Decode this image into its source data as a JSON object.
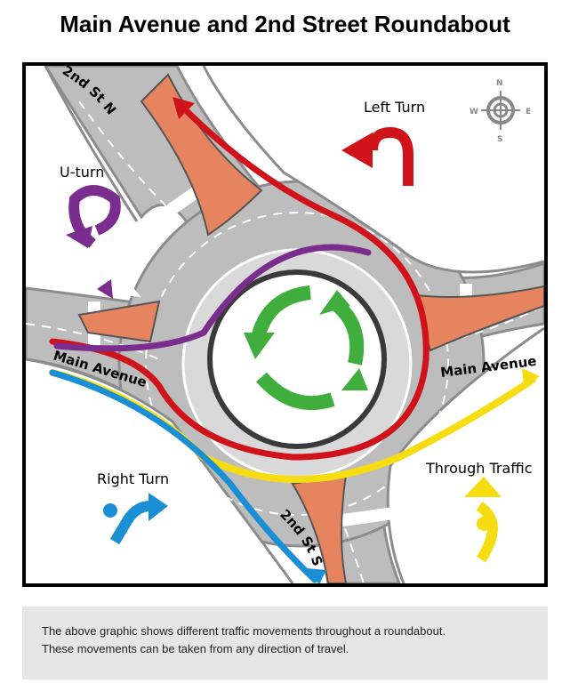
{
  "title": "Main Avenue and 2nd Street Roundabout",
  "streets": {
    "north": "2nd St N",
    "south": "2nd St S",
    "west": "Main Avenue",
    "east": "Main Avenue"
  },
  "legend": {
    "left_turn": "Left Turn",
    "u_turn": "U-turn",
    "right_turn": "Right Turn",
    "through": "Through Traffic"
  },
  "compass": {
    "n": "N",
    "s": "S",
    "e": "E",
    "w": "W"
  },
  "colors": {
    "left_turn": "#d0121b",
    "u_turn": "#7b2d8e",
    "right_turn": "#1a8fd6",
    "through": "#f6dd12",
    "center_arrows": "#3fae3c",
    "splitter_island": "#e6845f",
    "road": "#bdbdbd"
  },
  "caption": {
    "line1": "The above graphic shows different traffic movements throughout a roundabout.",
    "line2": "These movements can be taken from any direction of travel."
  }
}
